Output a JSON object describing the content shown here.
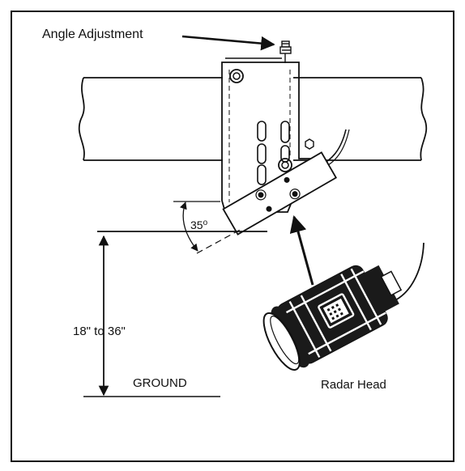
{
  "labels": {
    "angle_adjustment": "Angle Adjustment",
    "height_range": "18\" to 36\"",
    "angle_value": "35",
    "angle_unit": "o",
    "ground": "GROUND",
    "radar_head": "Radar Head"
  },
  "colors": {
    "line": "#111111",
    "background": "#ffffff",
    "dark_fill": "#1a1a1a"
  }
}
